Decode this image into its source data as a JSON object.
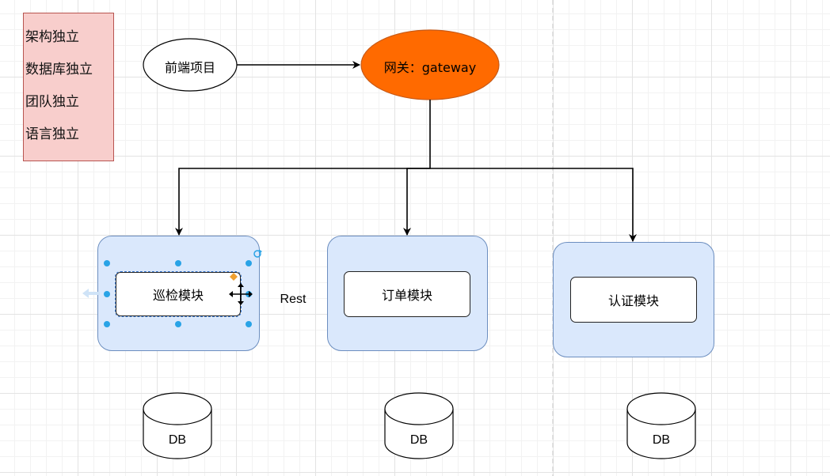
{
  "note": {
    "lines": [
      "架构独立",
      "数据库独立",
      "团队独立",
      "语言独立"
    ]
  },
  "frontend": {
    "label": "前端项目"
  },
  "gateway": {
    "label": "网关：gateway",
    "color": "#ff6a00"
  },
  "modules": [
    {
      "label": "巡检模块"
    },
    {
      "label": "订单模块"
    },
    {
      "label": "认证模块"
    }
  ],
  "rest_label": "Rest",
  "databases": [
    {
      "label": "DB"
    },
    {
      "label": "DB"
    },
    {
      "label": "DB"
    }
  ],
  "colors": {
    "note_fill": "#f8cecc",
    "note_border": "#b85450",
    "container_fill": "#dae8fc",
    "container_border": "#6c8ebf",
    "selection_handle": "#29a3e6",
    "gateway_fill": "#ff6a00"
  }
}
